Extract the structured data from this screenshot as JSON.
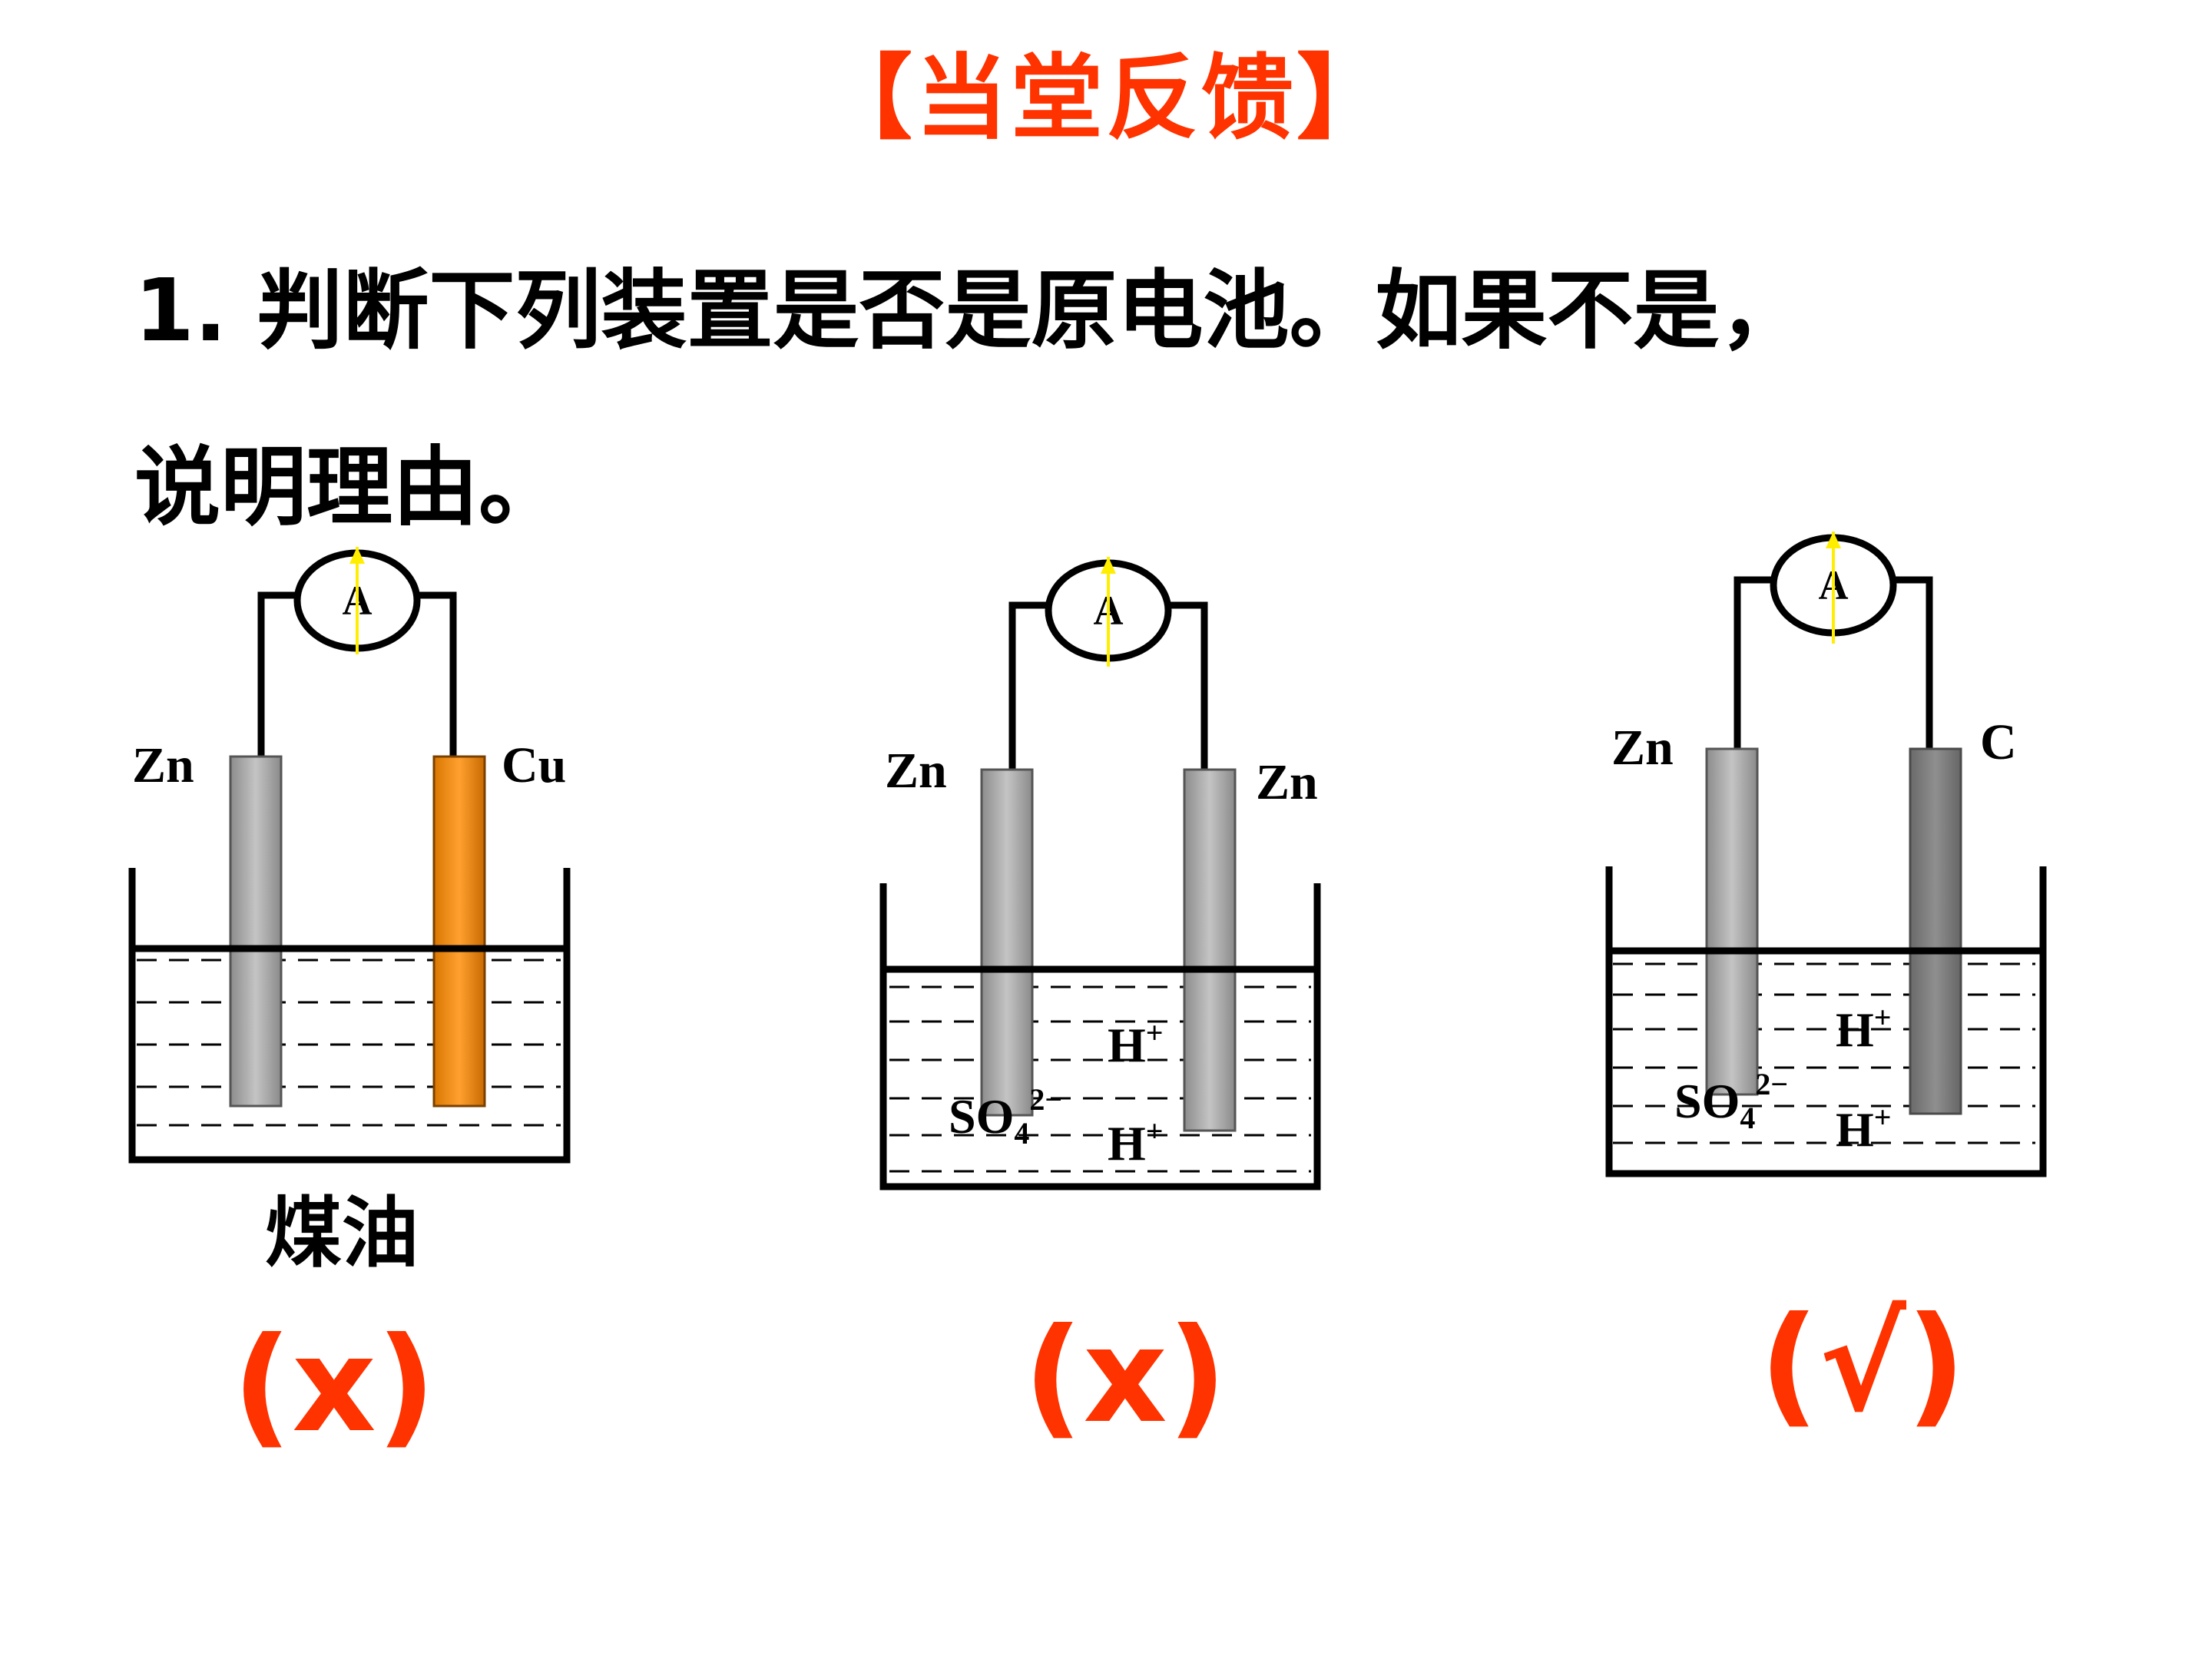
{
  "title": "【当堂反馈】",
  "question": {
    "line1": "1. 判断下列装置是否是原电池。如果不是，",
    "line2": "说明理由。"
  },
  "meter_label": "A",
  "colors": {
    "title": "#ff3300",
    "answer": "#ff3300",
    "electrode_gray": "#a6a6a6",
    "electrode_copper": "#f08a00",
    "electrode_carbon": "#7a7a7a",
    "needle": "#ffee00"
  },
  "setups": [
    {
      "left_electrode": "Zn",
      "right_electrode": "Cu",
      "solution_label": "煤油",
      "answer": "(x)"
    },
    {
      "left_electrode": "Zn",
      "right_electrode": "Zn",
      "ions": {
        "h1": "H",
        "h1_sup": "+",
        "so": "SO",
        "so_sub": "4",
        "so_sup": "2−",
        "h2": "H",
        "h2_sup": "+"
      },
      "answer": "(x)"
    },
    {
      "left_electrode": "Zn",
      "right_electrode": "C",
      "ions": {
        "h1": "H",
        "h1_sup": "+",
        "so": "SO",
        "so_sub": "4",
        "so_sup": "2−",
        "h2": "H",
        "h2_sup": "+"
      },
      "answer": "(√)"
    }
  ]
}
